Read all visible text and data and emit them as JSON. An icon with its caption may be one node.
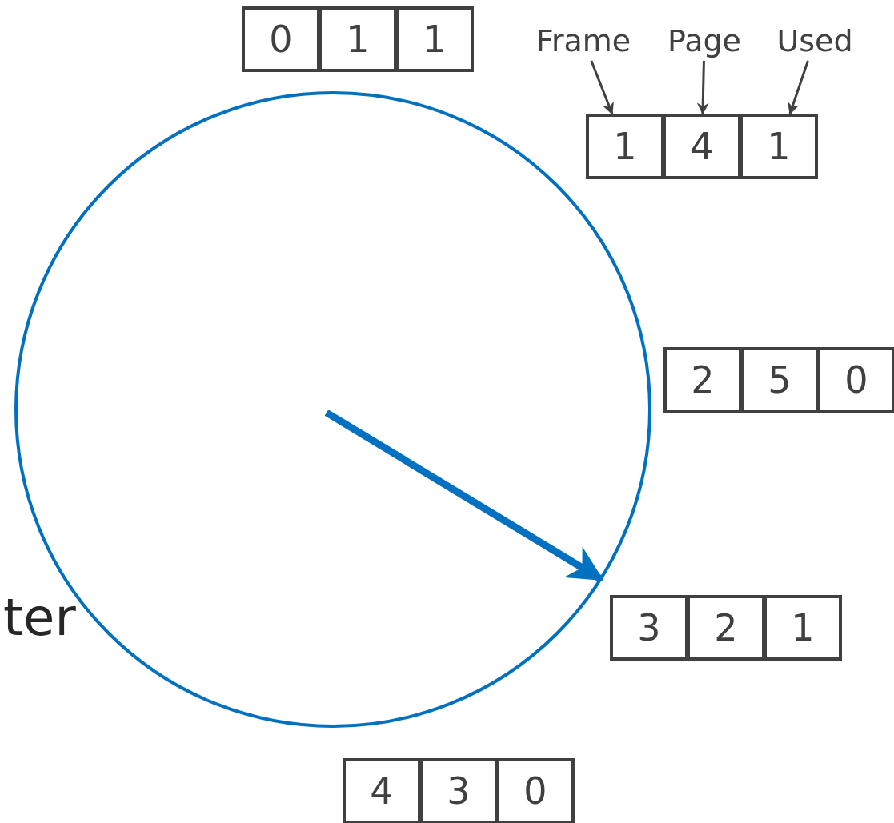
{
  "diagram": {
    "nodes": [
      {
        "text": [],
        "shape": "circle"
      },
      {
        "text": [
          "0"
        ]
      },
      {
        "text": [
          "1"
        ]
      },
      {
        "text": [
          "1"
        ]
      },
      {
        "text": [
          "Frame"
        ]
      },
      {
        "text": [
          "Page"
        ]
      },
      {
        "text": [
          "Used"
        ]
      },
      {
        "text": [
          "1"
        ]
      },
      {
        "text": [
          "4"
        ]
      },
      {
        "text": [
          "1"
        ]
      },
      {
        "text": [
          "2"
        ]
      },
      {
        "text": [
          "5"
        ]
      },
      {
        "text": [
          "0"
        ]
      },
      {
        "text": [
          "3"
        ]
      },
      {
        "text": [
          "2"
        ]
      },
      {
        "text": [
          "1"
        ]
      },
      {
        "text": [
          "4"
        ]
      },
      {
        "text": [
          "3"
        ]
      },
      {
        "text": [
          "0"
        ]
      }
    ],
    "edges": [
      {
        "from": 4,
        "to": 7,
        "arrow": "to"
      },
      {
        "from": 5,
        "to": 8,
        "arrow": "to"
      },
      {
        "from": 6,
        "to": 9,
        "arrow": "to"
      },
      {
        "from": null,
        "to": 0,
        "arrow": "to",
        "style": "thick",
        "color": "#0070c0"
      }
    ],
    "labels": [
      "ter"
    ]
  }
}
